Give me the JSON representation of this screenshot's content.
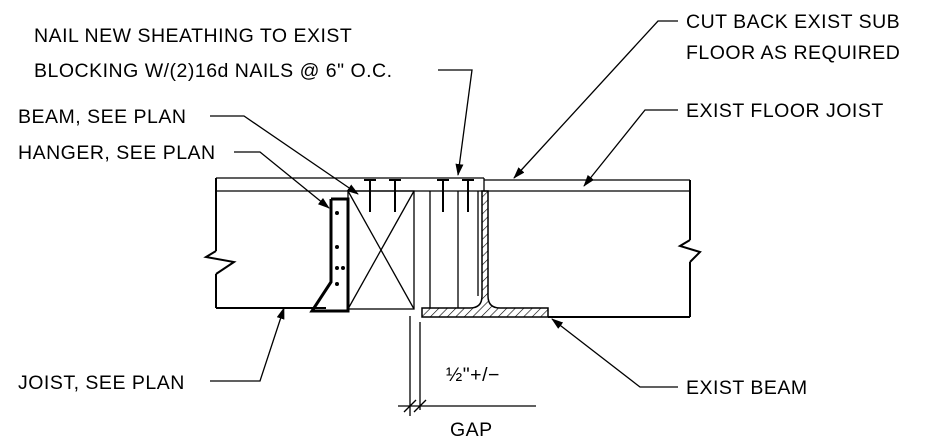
{
  "labels": {
    "nail_line1": "NAIL NEW SHEATHING TO EXIST",
    "nail_line2": "BLOCKING W/(2)16d NAILS @ 6\" O.C.",
    "beam": "BEAM, SEE PLAN",
    "hanger": "HANGER, SEE PLAN",
    "joist": "JOIST, SEE PLAN",
    "cut_line1": "CUT BACK EXIST SUB",
    "cut_line2": "FLOOR AS REQUIRED",
    "exist_floor_joist": "EXIST FLOOR JOIST",
    "exist_beam": "EXIST BEAM",
    "gap_dim": "½\"+/−",
    "gap": "GAP"
  },
  "colors": {
    "line": "#000000",
    "background": "#ffffff"
  }
}
